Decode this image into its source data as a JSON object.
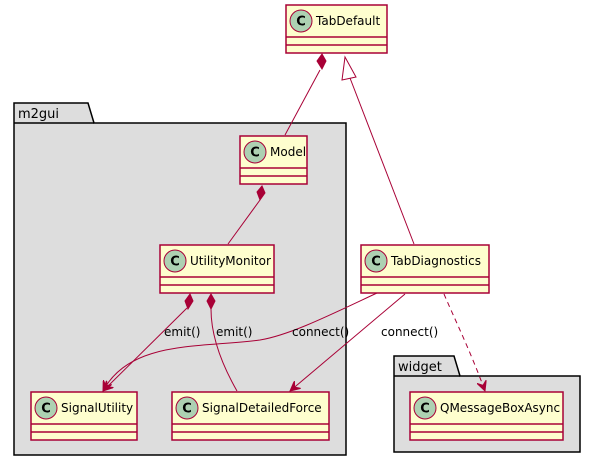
{
  "packages": {
    "m2gui": "m2gui",
    "widget": "widget"
  },
  "classes": {
    "tab_default": "TabDefault",
    "model": "Model",
    "utility_monitor": "UtilityMonitor",
    "tab_diagnostics": "TabDiagnostics",
    "signal_utility": "SignalUtility",
    "signal_detailed_force": "SignalDetailedForce",
    "qmessagebox_async": "QMessageBoxAsync"
  },
  "class_marker": "C",
  "edge_labels": {
    "emit_1": "emit()",
    "emit_2": "emit()",
    "connect_1": "connect()",
    "connect_2": "connect()"
  },
  "colors": {
    "class_fill": "#FEFECE",
    "class_stroke": "#A80036",
    "marker_circle": "#ADD1B2",
    "package_fill": "#DDDDDD",
    "edge": "#A80036"
  }
}
